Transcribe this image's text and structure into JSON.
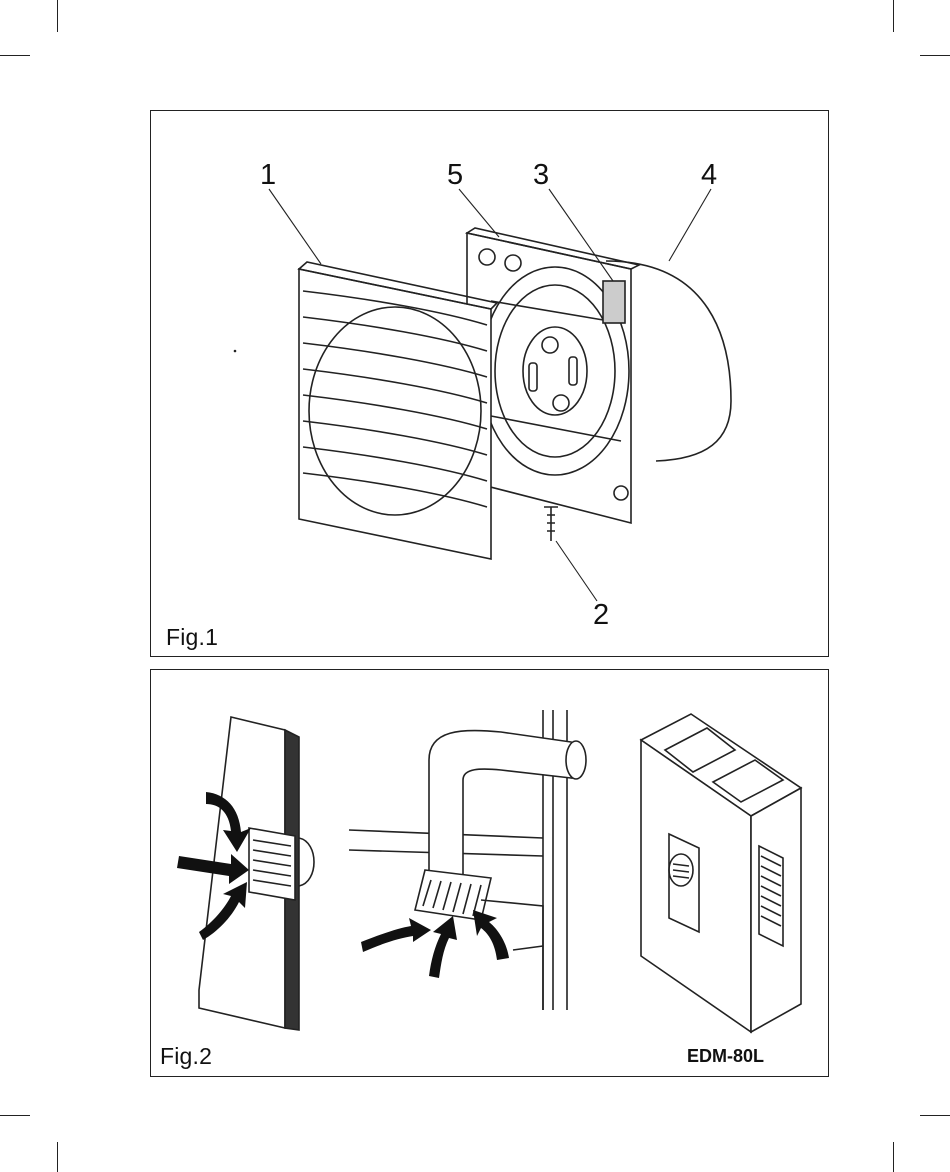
{
  "figure1": {
    "label": "Fig.1",
    "callouts": [
      "1",
      "5",
      "3",
      "4",
      "2"
    ]
  },
  "figure2": {
    "label": "Fig.2",
    "model": "EDM-80L"
  }
}
